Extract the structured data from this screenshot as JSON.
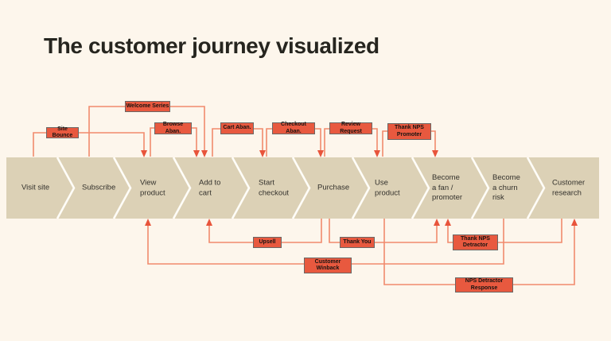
{
  "title": "The customer journey visualized",
  "journey": {
    "stages": [
      {
        "label": "Visit site"
      },
      {
        "label": "Subscribe"
      },
      {
        "label": "View\nproduct"
      },
      {
        "label": "Add to\ncart"
      },
      {
        "label": "Start\ncheckout"
      },
      {
        "label": "Purchase"
      },
      {
        "label": "Use\nproduct"
      },
      {
        "label": "Become\na fan /\npromoter"
      },
      {
        "label": "Become\na churn\nrisk"
      },
      {
        "label": "Customer\nresearch"
      }
    ]
  },
  "triggers": {
    "top": [
      {
        "label": "Site Bounce",
        "from": "Visit site",
        "to": "View product"
      },
      {
        "label": "Welcome Series",
        "from": "Subscribe",
        "to": "Add to cart"
      },
      {
        "label": "Browse Aban.",
        "from": "View product",
        "to": "Add to cart"
      },
      {
        "label": "Cart Aban.",
        "from": "Add to cart",
        "to": "Start checkout"
      },
      {
        "label": "Checkout Aban.",
        "from": "Start checkout",
        "to": "Purchase"
      },
      {
        "label": "Review Request",
        "from": "Purchase",
        "to": "Use product"
      },
      {
        "label": "Thank NPS\nPromoter",
        "from": "Use product",
        "to": "Become a fan / promoter"
      }
    ],
    "bottom": [
      {
        "label": "Upsell",
        "from": "Purchase",
        "to": "Add to cart"
      },
      {
        "label": "Thank You",
        "from": "Purchase",
        "to": "Become a fan / promoter"
      },
      {
        "label": "Thank NPS\nDetractor",
        "from": "Customer research",
        "to": "Become a fan / promoter"
      },
      {
        "label": "Customer\nWinback",
        "from": "Become a churn risk",
        "to": "View product"
      },
      {
        "label": "NPS Detractor\nResponse",
        "from": "Use product",
        "to": "Customer research"
      }
    ]
  },
  "colors": {
    "background": "#FDF6EC",
    "band": "#DCD1B6",
    "band_separator": "#FFFDF8",
    "trigger_fill": "#E8593F",
    "trigger_border": "#6B6765",
    "connector_line": "#F18A6D",
    "arrowhead": "#E8543B",
    "title_text": "#26251F",
    "stage_text": "#33312C"
  }
}
